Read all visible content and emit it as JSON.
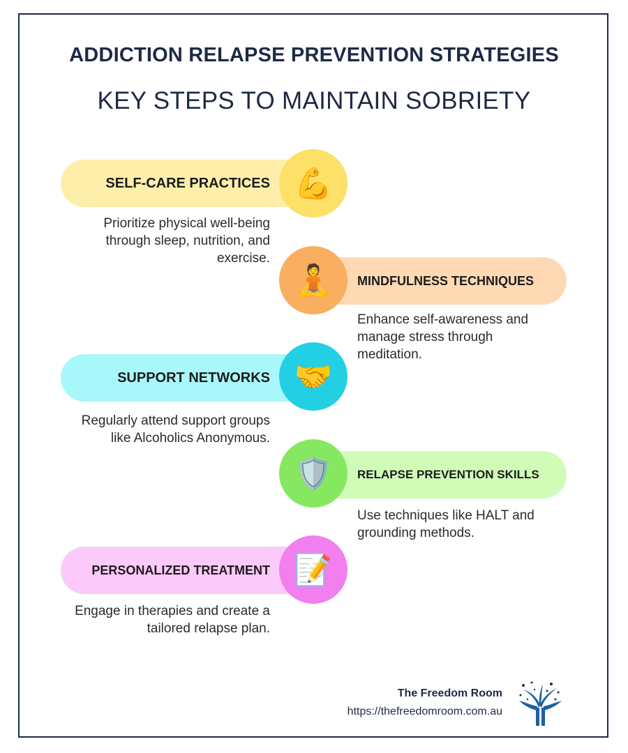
{
  "header": {
    "title": "ADDICTION RELAPSE PREVENTION STRATEGIES",
    "subtitle": "KEY STEPS TO MAINTAIN SOBRIETY"
  },
  "steps": [
    {
      "label": "SELF-CARE PRACTICES",
      "description": "Prioritize physical well-being through sleep, nutrition, and exercise.",
      "icon": "flexed-biceps-icon",
      "glyph": "💪",
      "side": "left",
      "pill_color": "#fdeeaa",
      "circle_color": "#fde068"
    },
    {
      "label": "MINDFULNESS TECHNIQUES",
      "description": "Enhance self-awareness and manage stress through meditation.",
      "icon": "meditation-icon",
      "glyph": "🧘",
      "side": "right",
      "pill_color": "#fed9b4",
      "circle_color": "#f9ae60"
    },
    {
      "label": "SUPPORT NETWORKS",
      "description": "Regularly attend support groups like Alcoholics Anonymous.",
      "icon": "handshake-icon",
      "glyph": "🤝",
      "side": "left",
      "pill_color": "#a8f7fb",
      "circle_color": "#22cfe3"
    },
    {
      "label": "RELAPSE PREVENTION SKILLS",
      "description": "Use techniques like HALT and grounding methods.",
      "icon": "shield-icon",
      "glyph": "🛡️",
      "side": "right",
      "pill_color": "#d0fcb8",
      "circle_color": "#86e861"
    },
    {
      "label": "PERSONALIZED TREATMENT",
      "description": "Engage in therapies and create a tailored relapse plan.",
      "icon": "memo-pencil-icon",
      "glyph": "📝",
      "side": "left",
      "pill_color": "#fcc9fb",
      "circle_color": "#f27fed"
    }
  ],
  "footer": {
    "name": "The Freedom Room",
    "url": "https://thefreedomroom.com.au",
    "logo": "tree-hands-logo"
  },
  "colors": {
    "navy": "#1e2a45",
    "logo_blue": "#1f5fa0"
  }
}
